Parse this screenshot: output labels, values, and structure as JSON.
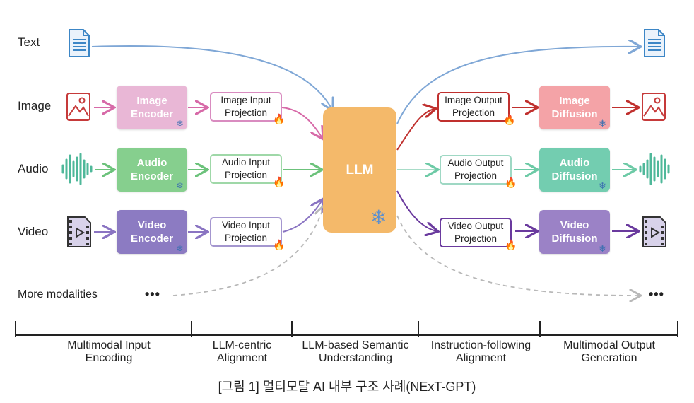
{
  "modalities": {
    "text": "Text",
    "image": "Image",
    "audio": "Audio",
    "video": "Video",
    "more": "More modalities"
  },
  "encoders": {
    "image": [
      "Image",
      "Encoder"
    ],
    "audio": [
      "Audio",
      "Encoder"
    ],
    "video": [
      "Video",
      "Encoder"
    ]
  },
  "input_projections": {
    "image": [
      "Image Input",
      "Projection"
    ],
    "audio": [
      "Audio Input",
      "Projection"
    ],
    "video": [
      "Video Input",
      "Projection"
    ]
  },
  "llm": "LLM",
  "output_projections": {
    "image": [
      "Image Output",
      "Projection"
    ],
    "audio": [
      "Audio Output",
      "Projection"
    ],
    "video": [
      "Video Output",
      "Projection"
    ]
  },
  "diffusions": {
    "image": [
      "Image",
      "Diffusion"
    ],
    "audio": [
      "Audio",
      "Diffusion"
    ],
    "video": [
      "Video",
      "Diffusion"
    ]
  },
  "ellipsis": "•••",
  "stages": [
    [
      "Multimodal Input",
      "Encoding"
    ],
    [
      "LLM-centric",
      "Alignment"
    ],
    [
      "LLM-based Semantic",
      "Understanding"
    ],
    [
      "Instruction-following",
      "Alignment"
    ],
    [
      "Multimodal Output",
      "Generation"
    ]
  ],
  "caption": "[그림 1] 멀티모달 AI 내부 구조 사례(NExT-GPT)",
  "colors": {
    "image": "#e9a0c6",
    "image_stroke": "#c3468a",
    "audio": "#7fc98b",
    "audio_stroke": "#4fae62",
    "video": "#8f7cc0",
    "video_stroke": "#6a52a8",
    "llm": "#f4b96a",
    "text_arrow": "#7fa7d6",
    "image_diffusion": "#f3a0a4",
    "audio_diffusion": "#73cdb0",
    "output_image_arrow": "#c0302e",
    "output_video_arrow": "#6a3a9e"
  }
}
